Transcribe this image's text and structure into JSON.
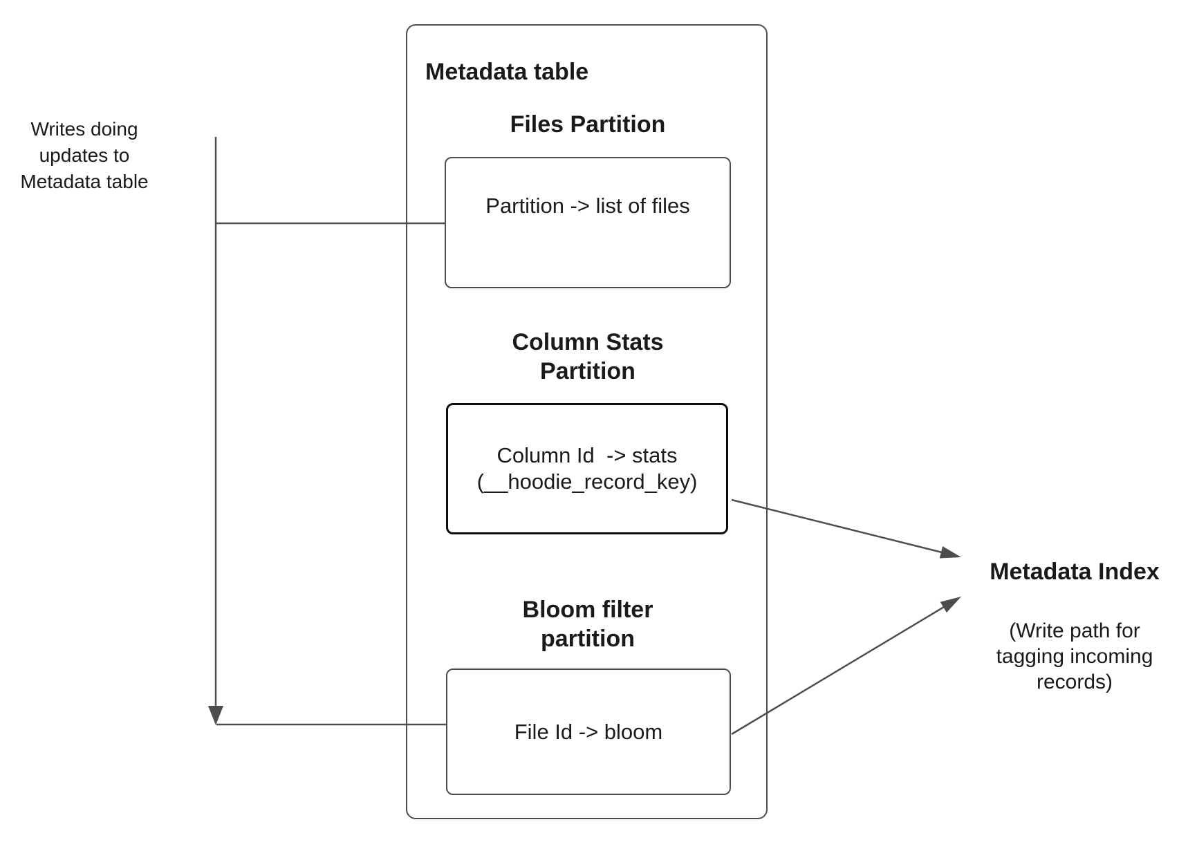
{
  "colors": {
    "background": "#ffffff",
    "line-color": "#4d4d4d",
    "text-color": "#1a1a1a",
    "box-border-color": "#4d4d4d",
    "emphasis-border-color": "#0d0d0d"
  },
  "annotations": {
    "writes_label": "Writes doing\nupdates to\nMetadata table",
    "metadata_index_title": "Metadata Index",
    "metadata_index_note": "(Write path for\ntagging incoming\nrecords)"
  },
  "metadata_table": {
    "title": "Metadata table",
    "partitions": [
      {
        "heading": "Files Partition",
        "box_text": "Partition -> list of files",
        "emphasized": false
      },
      {
        "heading": "Column Stats\nPartition",
        "box_text": "Column Id  -> stats\n(__hoodie_record_key)",
        "emphasized": true
      },
      {
        "heading": "Bloom filter\npartition",
        "box_text": "File Id -> bloom",
        "emphasized": false
      }
    ]
  }
}
